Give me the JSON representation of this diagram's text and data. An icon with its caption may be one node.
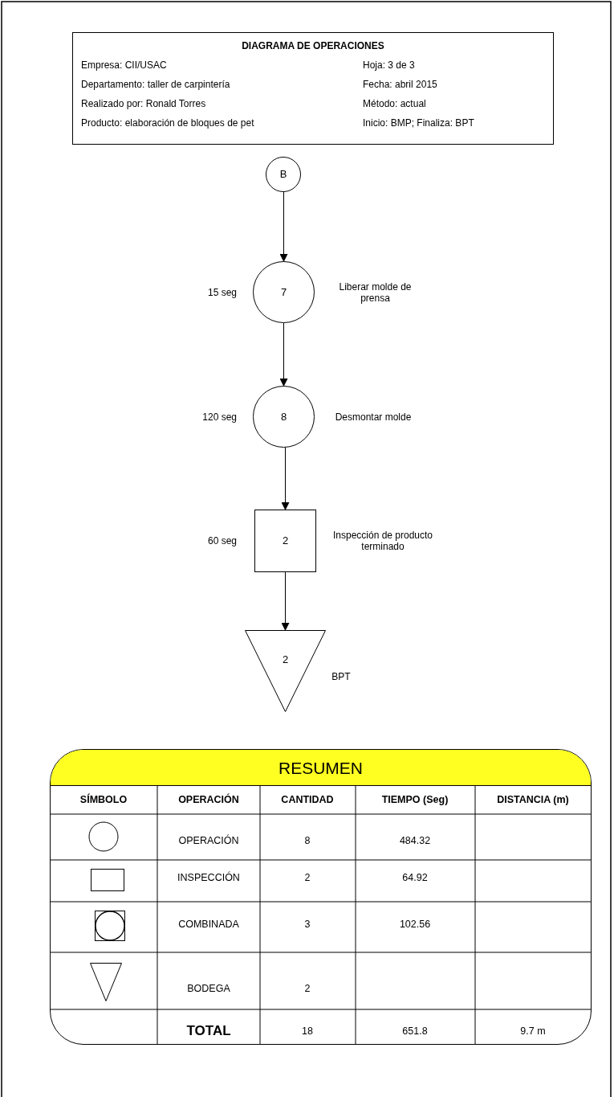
{
  "diagram": {
    "nodes": [
      {
        "text": [
          "DIAGRAMA DE OPERACIONES",
          "Empresa: CII/USAC",
          "Hoja: 3 de 3",
          "Departamento: taller de carpintería",
          "Fecha: abril 2015",
          "Realizado por: Ronald Torres",
          "Método: actual",
          "Producto: elaboración de bloques de pet",
          "Inicio: BMP; Finaliza: BPT"
        ]
      },
      {
        "text": [
          "B"
        ]
      },
      {
        "text": [
          "7"
        ],
        "beside": [
          "15 seg",
          "Liberar molde de prensa"
        ]
      },
      {
        "text": [
          "8"
        ],
        "beside": [
          "120 seg",
          "Desmontar molde"
        ]
      },
      {
        "text": [
          "2"
        ],
        "beside": [
          "60 seg",
          "Inspección de producto terminado"
        ]
      },
      {
        "text": [
          "2"
        ],
        "beside": [
          "BPT"
        ]
      },
      {
        "text": [
          "RESUMEN"
        ]
      }
    ],
    "edges": [
      {
        "from": 1,
        "to": 2,
        "arrow": "to"
      },
      {
        "from": 2,
        "to": 3,
        "arrow": "to"
      },
      {
        "from": 3,
        "to": 4,
        "arrow": "to"
      },
      {
        "from": 4,
        "to": 5,
        "arrow": "to"
      }
    ],
    "labels": [
      "SÍMBOLO",
      "OPERACIÓN",
      "CANTIDAD",
      "TIEMPO (Seg)",
      "DISTANCIA (m)",
      "OPERACIÓN",
      "8",
      "484.32",
      "INSPECCIÓN",
      "2",
      "64.92",
      "COMBINADA",
      "3",
      "102.56",
      "BODEGA",
      "2",
      "TOTAL",
      "18",
      "651.8",
      "9.7 m"
    ]
  }
}
